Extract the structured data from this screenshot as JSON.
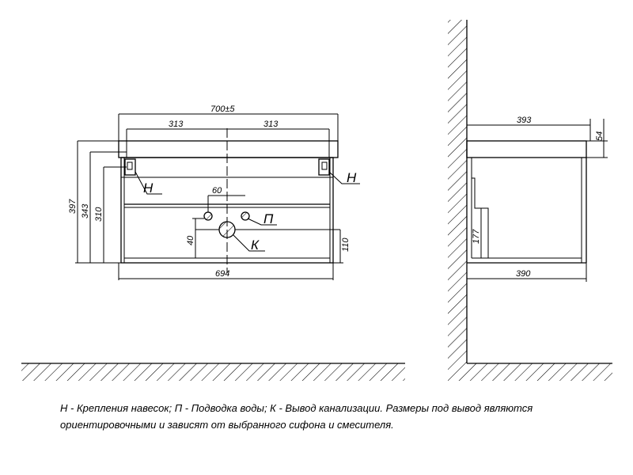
{
  "front_view": {
    "overall_width": "700±5",
    "half_span_left": "313",
    "half_span_right": "313",
    "height_total": "397",
    "height_mid": "343",
    "height_inner": "310",
    "bottom_width": "694",
    "hole_spacing": "60",
    "drain_height": "40",
    "side_height": "110",
    "label_mount_left": "Н",
    "label_mount_right": "Н",
    "label_water": "П",
    "label_drain": "К"
  },
  "side_view": {
    "top_depth": "393",
    "top_thickness": "54",
    "cutout_height": "177",
    "bottom_depth": "390"
  },
  "caption": {
    "line1": "Н - Крепления навесок; П - Подводка воды; К - Вывод канализации. Размеры под вывод являются",
    "line2": "ориентировочными и зависят от выбранного сифона и смесителя."
  }
}
